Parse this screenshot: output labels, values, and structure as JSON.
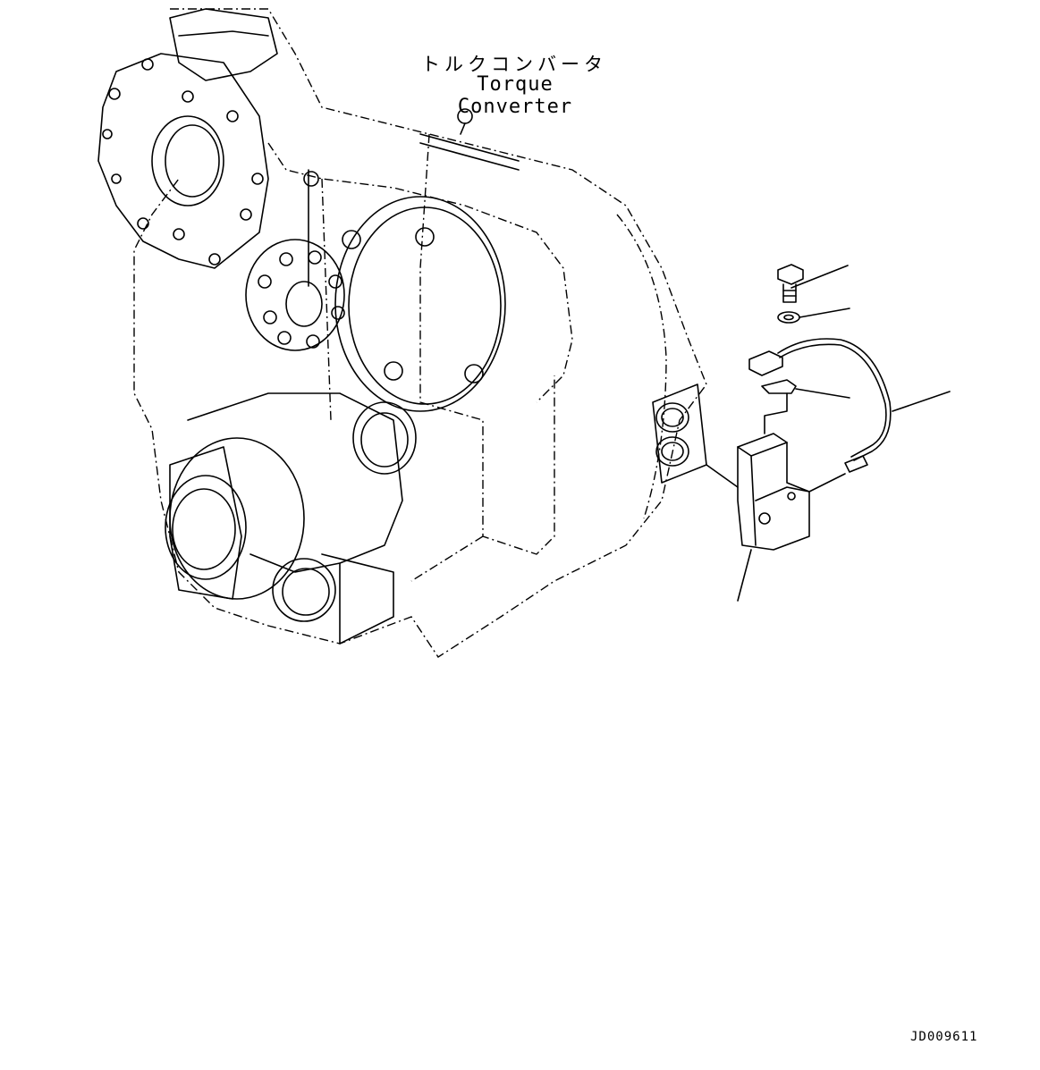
{
  "labels": {
    "part_jp": "トルクコンバータ",
    "part_en": "Torque Converter"
  },
  "document_id": "JD009611",
  "colors": {
    "line": "#000000",
    "background": "#ffffff"
  }
}
